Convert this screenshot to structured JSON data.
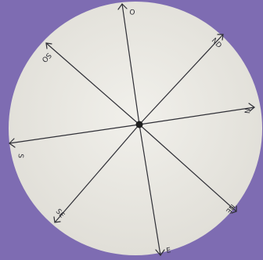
{
  "photo": {
    "background_color": "#7e6cb2",
    "disc_color": "#ecebe5",
    "line_color": "#2f2f36",
    "hub_color": "#1e1e1e",
    "labels": [
      {
        "id": "north",
        "text": "O"
      },
      {
        "id": "northeast",
        "text": "ND"
      },
      {
        "id": "east-upper",
        "text": "N"
      },
      {
        "id": "southeast",
        "text": "NE"
      },
      {
        "id": "south",
        "text": "E"
      },
      {
        "id": "southwest",
        "text": "SE"
      },
      {
        "id": "west",
        "text": "S"
      },
      {
        "id": "northwest",
        "text": "SO"
      }
    ]
  }
}
